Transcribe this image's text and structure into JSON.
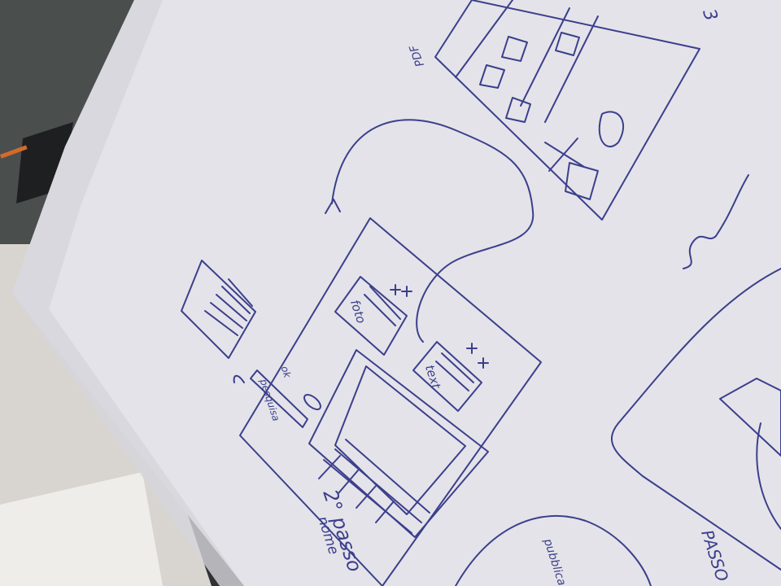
{
  "photo": {
    "labels": {
      "step_heading": "2° passo",
      "name_label": "nome",
      "search_label": "pesquisa",
      "search_mark": "ok",
      "photo_label": "foto",
      "text_label": "text",
      "pdf_label": "PDF",
      "passo_fragment": "PASSO",
      "bottom_fragment": "pubblica",
      "corner_mark": "3"
    },
    "colors": {
      "paper": "#e4e3e9",
      "paper_shadow": "#cfcdd6",
      "ink": "#3b3f8c",
      "desk_dark": "#2f3231",
      "desk_light": "#d9d6d2"
    }
  }
}
